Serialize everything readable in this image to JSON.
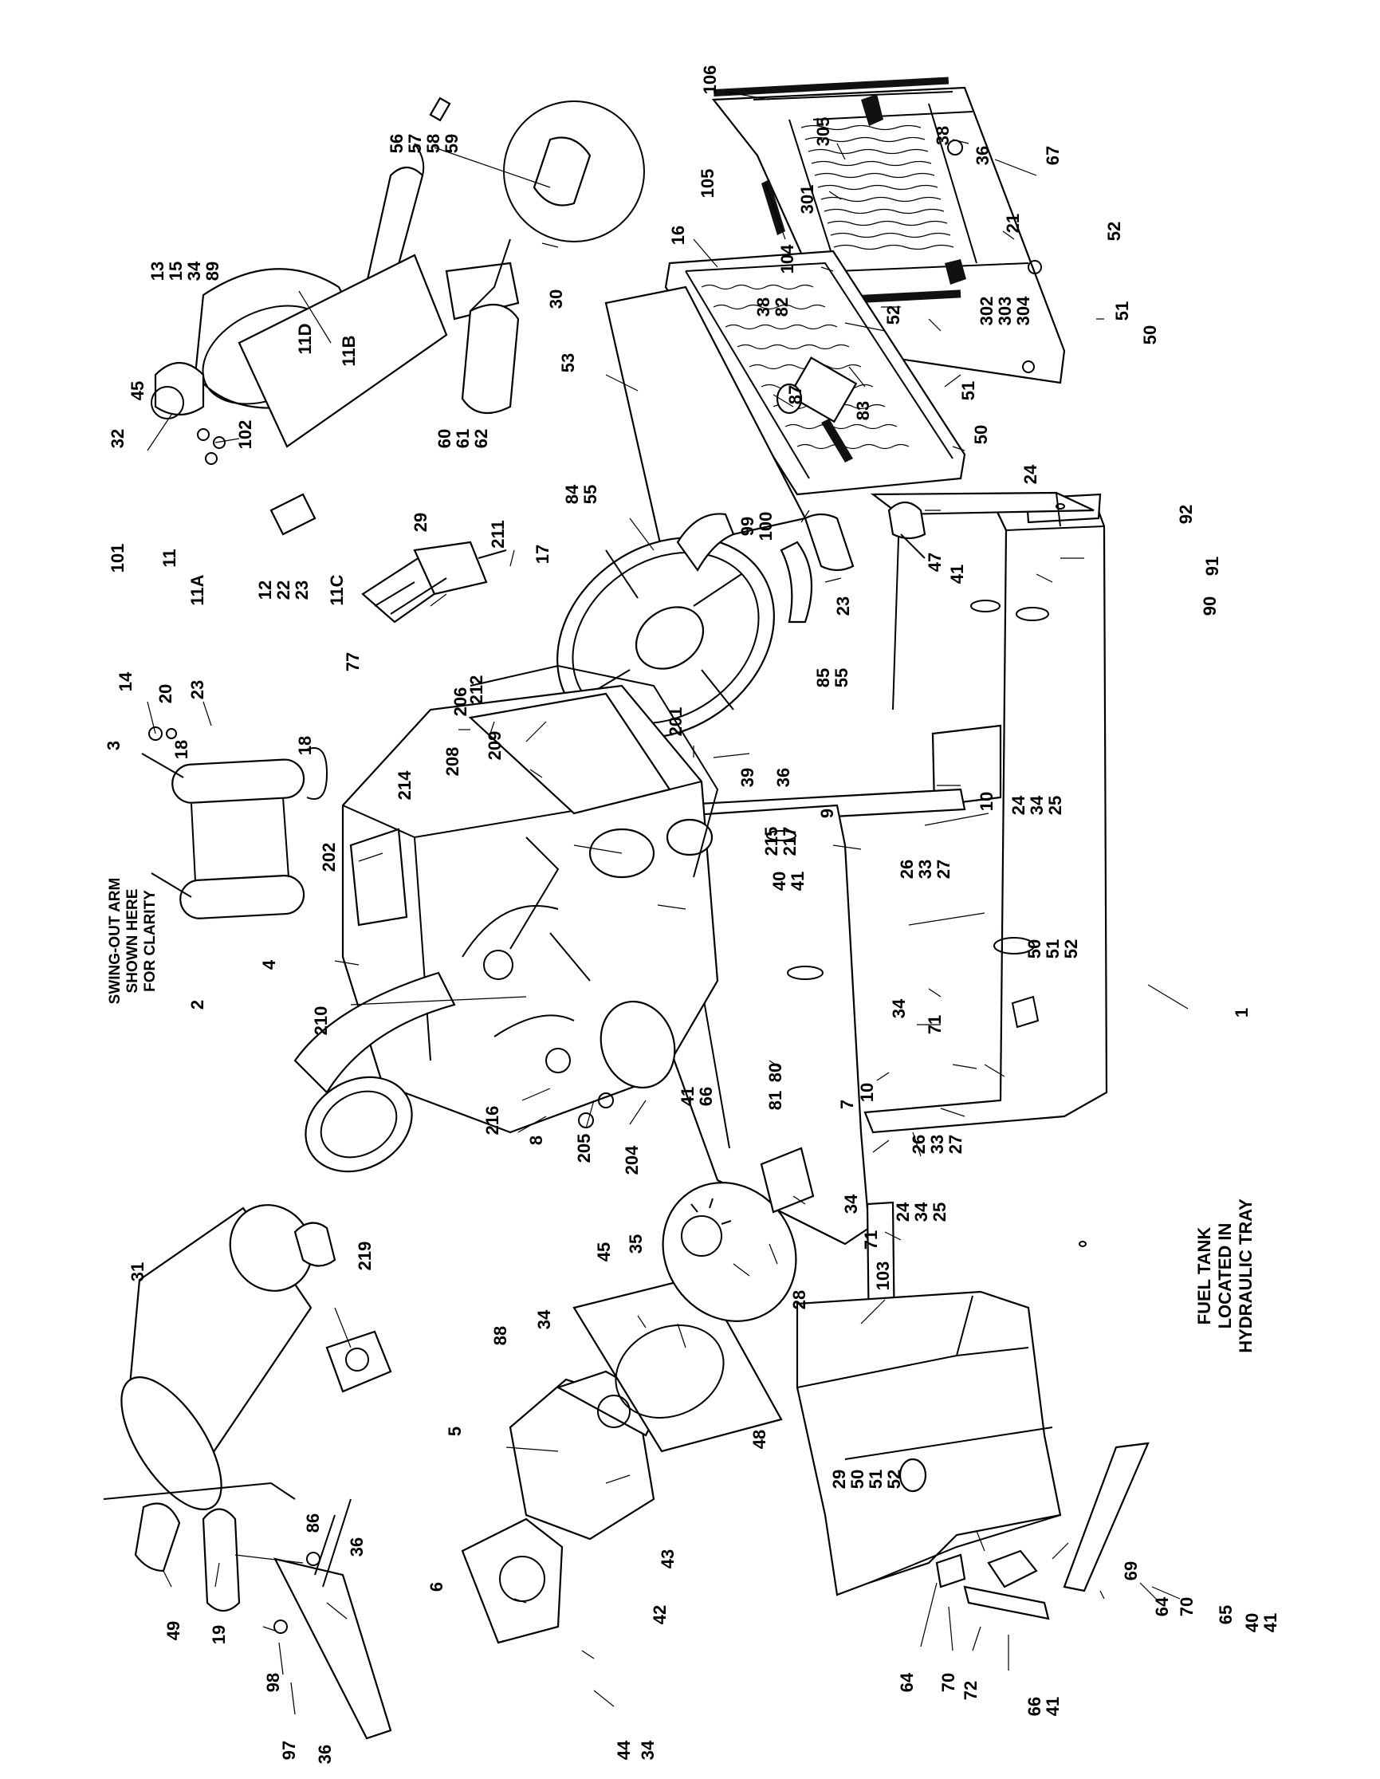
{
  "diagram": {
    "notes": {
      "swing_out": [
        "SWING-OUT ARM",
        "SHOWN HERE",
        "FOR CLARITY"
      ],
      "fuel_tank": [
        "FUEL TANK",
        "LOCATED IN",
        "HYDRAULIC TRAY"
      ]
    },
    "callouts": [
      {
        "id": "c106",
        "text": "106"
      },
      {
        "id": "c56",
        "lines": [
          "56",
          "57",
          "58",
          "59"
        ]
      },
      {
        "id": "c305",
        "text": "305"
      },
      {
        "id": "c38a",
        "text": "38"
      },
      {
        "id": "c36a",
        "text": "36"
      },
      {
        "id": "c67",
        "text": "67"
      },
      {
        "id": "c105",
        "text": "105"
      },
      {
        "id": "c301",
        "text": "301"
      },
      {
        "id": "c21",
        "text": "21"
      },
      {
        "id": "c52a",
        "text": "52"
      },
      {
        "id": "c13",
        "lines": [
          "13",
          "15",
          "34",
          "89"
        ]
      },
      {
        "id": "c16",
        "text": "16"
      },
      {
        "id": "c104",
        "text": "104"
      },
      {
        "id": "c30",
        "text": "30"
      },
      {
        "id": "c302",
        "lines": [
          "302",
          "303",
          "304"
        ]
      },
      {
        "id": "c11D",
        "text": "11D"
      },
      {
        "id": "c11B",
        "text": "11B"
      },
      {
        "id": "c45a",
        "text": "45"
      },
      {
        "id": "c38b",
        "lines": [
          "38",
          "82"
        ]
      },
      {
        "id": "c52b",
        "text": "52"
      },
      {
        "id": "c51a",
        "text": "51"
      },
      {
        "id": "c50a",
        "text": "50"
      },
      {
        "id": "c53",
        "text": "53"
      },
      {
        "id": "c32",
        "text": "32"
      },
      {
        "id": "c102",
        "text": "102"
      },
      {
        "id": "c87",
        "text": "87"
      },
      {
        "id": "c51b",
        "text": "51"
      },
      {
        "id": "c60",
        "lines": [
          "60",
          "61",
          "62"
        ]
      },
      {
        "id": "c83",
        "text": "83"
      },
      {
        "id": "c50b",
        "text": "50"
      },
      {
        "id": "c101",
        "text": "101"
      },
      {
        "id": "c29a",
        "text": "29"
      },
      {
        "id": "c84",
        "lines": [
          "84",
          "55"
        ]
      },
      {
        "id": "c24a",
        "text": "24"
      },
      {
        "id": "c11",
        "text": "11"
      },
      {
        "id": "c99",
        "lines": [
          "99",
          "100"
        ]
      },
      {
        "id": "c92",
        "text": "92"
      },
      {
        "id": "c11A",
        "text": "11A"
      },
      {
        "id": "c12",
        "lines": [
          "12",
          "22",
          "23"
        ]
      },
      {
        "id": "c11C",
        "text": "11C"
      },
      {
        "id": "c211",
        "text": "211"
      },
      {
        "id": "c17",
        "text": "17"
      },
      {
        "id": "c47",
        "text": "47"
      },
      {
        "id": "c41a",
        "text": "41"
      },
      {
        "id": "c91",
        "text": "91"
      },
      {
        "id": "c23a",
        "text": "23"
      },
      {
        "id": "c90",
        "text": "90"
      },
      {
        "id": "c77",
        "text": "77"
      },
      {
        "id": "c85",
        "lines": [
          "85",
          "55"
        ]
      },
      {
        "id": "c14",
        "text": "14"
      },
      {
        "id": "c20",
        "text": "20"
      },
      {
        "id": "c23b",
        "text": "23"
      },
      {
        "id": "c3",
        "text": "3"
      },
      {
        "id": "c18a",
        "text": "18"
      },
      {
        "id": "c18b",
        "text": "18"
      },
      {
        "id": "c206",
        "text": "206"
      },
      {
        "id": "c212",
        "text": "212"
      },
      {
        "id": "c209",
        "text": "209"
      },
      {
        "id": "c208",
        "text": "208"
      },
      {
        "id": "c39",
        "text": "39"
      },
      {
        "id": "c36b",
        "text": "36"
      },
      {
        "id": "c201",
        "text": "201"
      },
      {
        "id": "c214",
        "text": "214"
      },
      {
        "id": "c9",
        "text": "9"
      },
      {
        "id": "c10a",
        "text": "10"
      },
      {
        "id": "c24b",
        "lines": [
          "24",
          "34",
          "25"
        ]
      },
      {
        "id": "c202",
        "text": "202"
      },
      {
        "id": "c215",
        "lines": [
          "215",
          "217"
        ]
      },
      {
        "id": "c26a",
        "lines": [
          "26",
          "33",
          "27"
        ]
      },
      {
        "id": "c40a",
        "lines": [
          "40",
          "41"
        ]
      },
      {
        "id": "c50c",
        "lines": [
          "50",
          "51",
          "52"
        ]
      },
      {
        "id": "c4",
        "text": "4"
      },
      {
        "id": "c2",
        "text": "2"
      },
      {
        "id": "c210",
        "text": "210"
      },
      {
        "id": "c34a",
        "text": "34"
      },
      {
        "id": "c71a",
        "text": "71"
      },
      {
        "id": "c1",
        "text": "1"
      },
      {
        "id": "c80",
        "text": "80"
      },
      {
        "id": "c81",
        "text": "81"
      },
      {
        "id": "c41b",
        "lines": [
          "41",
          "66"
        ]
      },
      {
        "id": "c10b",
        "text": "10"
      },
      {
        "id": "c7",
        "text": "7"
      },
      {
        "id": "c216",
        "text": "216"
      },
      {
        "id": "c8",
        "text": "8"
      },
      {
        "id": "c205",
        "text": "205"
      },
      {
        "id": "c204",
        "text": "204"
      },
      {
        "id": "c26b",
        "lines": [
          "26",
          "33",
          "27"
        ]
      },
      {
        "id": "c34b",
        "text": "34"
      },
      {
        "id": "c24c",
        "lines": [
          "24",
          "34",
          "25"
        ]
      },
      {
        "id": "c71b",
        "text": "71"
      },
      {
        "id": "c31",
        "text": "31"
      },
      {
        "id": "c219",
        "text": "219"
      },
      {
        "id": "c45b",
        "text": "45"
      },
      {
        "id": "c35",
        "text": "35"
      },
      {
        "id": "c103",
        "text": "103"
      },
      {
        "id": "c34c",
        "text": "34"
      },
      {
        "id": "c88",
        "text": "88"
      },
      {
        "id": "c28",
        "text": "28"
      },
      {
        "id": "c5",
        "text": "5"
      },
      {
        "id": "c48",
        "text": "48"
      },
      {
        "id": "c29b",
        "lines": [
          "29",
          "50",
          "51",
          "52"
        ]
      },
      {
        "id": "c86",
        "text": "86"
      },
      {
        "id": "c36c",
        "text": "36"
      },
      {
        "id": "c6",
        "text": "6"
      },
      {
        "id": "c43",
        "text": "43"
      },
      {
        "id": "c42",
        "text": "42"
      },
      {
        "id": "c69",
        "text": "69"
      },
      {
        "id": "c40b",
        "lines": [
          "40",
          "41"
        ]
      },
      {
        "id": "c64a",
        "text": "64"
      },
      {
        "id": "c70a",
        "text": "70"
      },
      {
        "id": "c65",
        "text": "65"
      },
      {
        "id": "c49",
        "text": "49"
      },
      {
        "id": "c19",
        "text": "19"
      },
      {
        "id": "c98",
        "text": "98"
      },
      {
        "id": "c97",
        "text": "97"
      },
      {
        "id": "c36d",
        "text": "36"
      },
      {
        "id": "c44",
        "text": "44"
      },
      {
        "id": "c34d",
        "text": "34"
      },
      {
        "id": "c64b",
        "text": "64"
      },
      {
        "id": "c70b",
        "text": "70"
      },
      {
        "id": "c72",
        "text": "72"
      },
      {
        "id": "c66",
        "lines": [
          "66",
          "41"
        ]
      }
    ]
  }
}
